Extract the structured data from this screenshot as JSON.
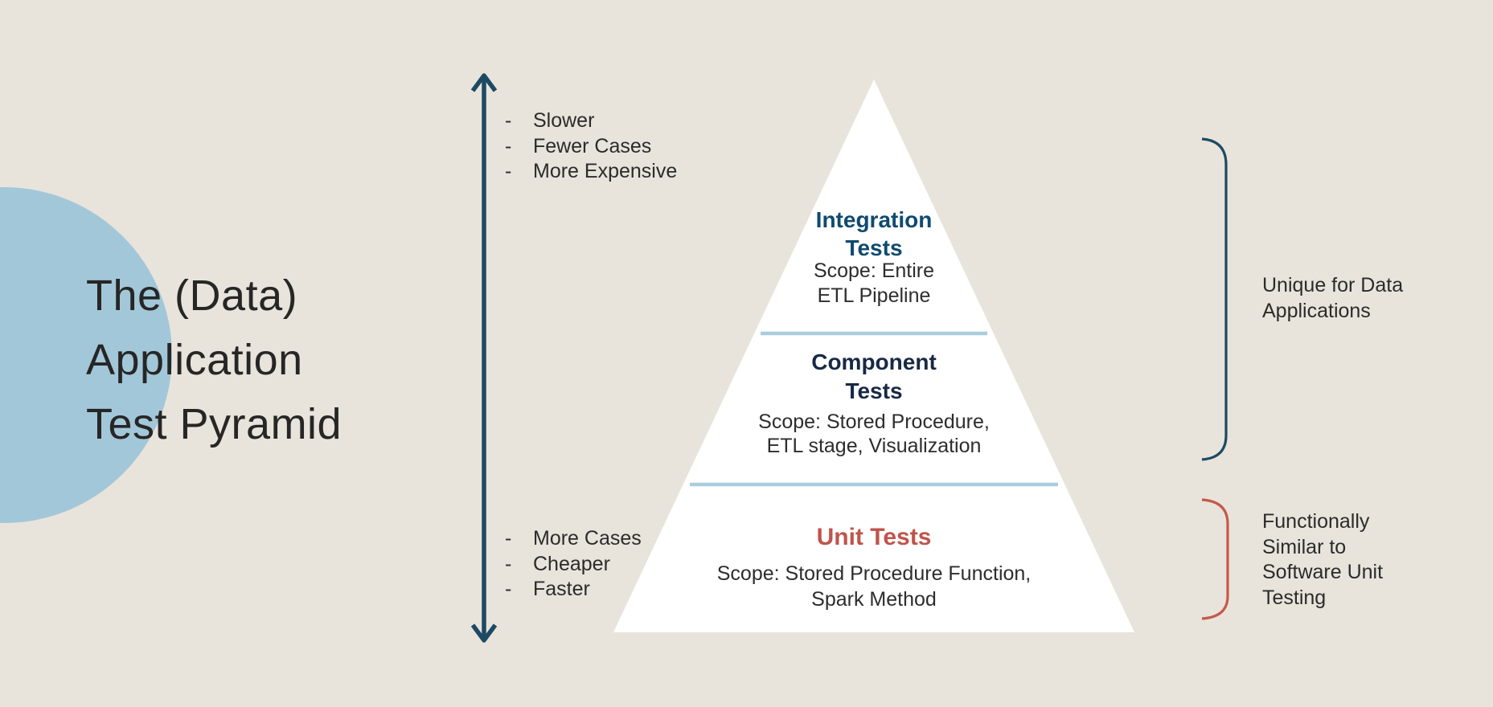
{
  "title": {
    "lines": [
      "The (Data)",
      "Application",
      "Test Pyramid"
    ]
  },
  "axis": {
    "bullet_prefix": "-",
    "top_bullets": [
      "Slower",
      "Fewer Cases",
      "More Expensive"
    ],
    "bottom_bullets": [
      "More Cases",
      "Cheaper",
      "Faster"
    ]
  },
  "pyramid": {
    "levels": [
      {
        "id": "integration-tests",
        "title_lines": [
          "Integration",
          "Tests"
        ],
        "scope_lines": [
          "Scope: Entire",
          "ETL Pipeline"
        ],
        "title_color": "#0f4a70"
      },
      {
        "id": "component-tests",
        "title_lines": [
          "Component",
          "Tests"
        ],
        "scope_lines": [
          "Scope: Stored Procedure,",
          "ETL stage, Visualization"
        ],
        "title_color": "#182944"
      },
      {
        "id": "unit-tests",
        "title_lines": [
          "Unit Tests"
        ],
        "scope_lines": [
          "Scope: Stored Procedure Function,",
          "Spark Method"
        ],
        "title_color": "#c0544b"
      }
    ]
  },
  "annotations": {
    "top": {
      "lines": [
        "Unique for Data",
        "Applications"
      ],
      "bracket_color": "#1d4a63"
    },
    "bottom": {
      "lines": [
        "Functionally",
        "Similar to",
        "Software Unit",
        "Testing"
      ],
      "bracket_color": "#c45a4a"
    }
  },
  "colors": {
    "background": "#e8e4db",
    "circle": "#a2c7d9",
    "arrow": "#1d4a63",
    "pyramid_fill": "#ffffff",
    "divider": "#a9cddd",
    "body_text": "#2b2b2b"
  }
}
